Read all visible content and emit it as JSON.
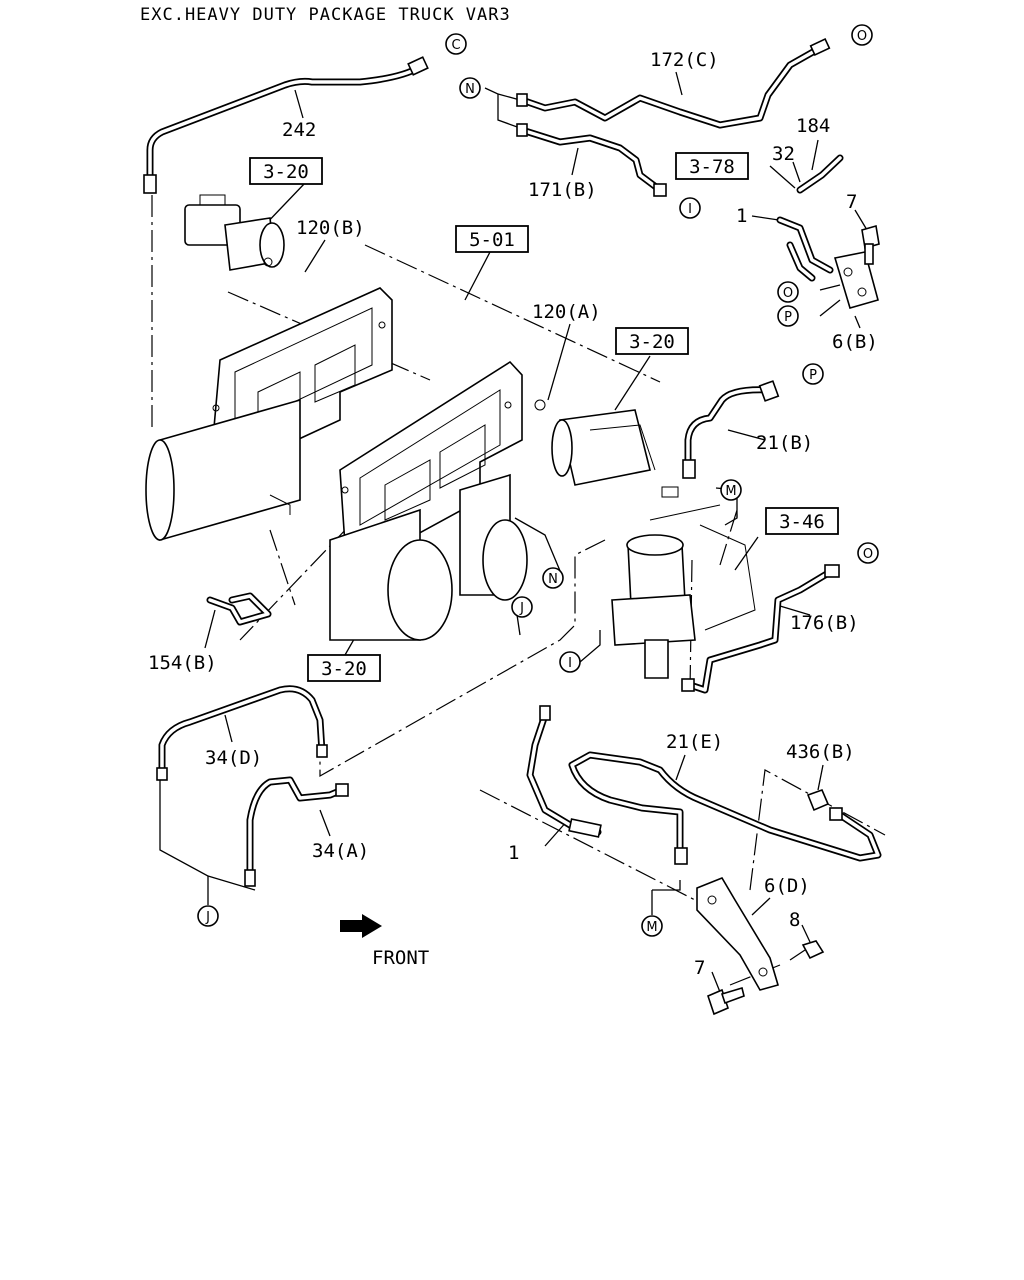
{
  "title": "EXC.HEAVY DUTY PACKAGE TRUCK VAR3",
  "front_label": "FRONT",
  "refs": {
    "r320a": "3-20",
    "r501": "5-01",
    "r320b": "3-20",
    "r320c": "3-20",
    "r378": "3-78",
    "r346": "3-46"
  },
  "labels": {
    "p242": "242",
    "p172c": "172(C)",
    "p171b": "171(B)",
    "p184": "184",
    "p32": "32",
    "p7a": "7",
    "p1a": "1",
    "p6b": "6(B)",
    "p120b": "120(B)",
    "p120a": "120(A)",
    "p21b": "21(B)",
    "p176b": "176(B)",
    "p154b": "154(B)",
    "p34d": "34(D)",
    "p34a": "34(A)",
    "p21e": "21(E)",
    "p436b": "436(B)",
    "p1b": "1",
    "p6d": "6(D)",
    "p8": "8",
    "p7b": "7"
  },
  "connectors": {
    "c1": "C",
    "o1": "O",
    "n1": "N",
    "i1": "I",
    "o2": "O",
    "p1": "P",
    "p2": "P",
    "m1": "M",
    "n2": "N",
    "o3": "O",
    "j1": "J",
    "i2": "I",
    "j2": "J",
    "m2": "M"
  }
}
